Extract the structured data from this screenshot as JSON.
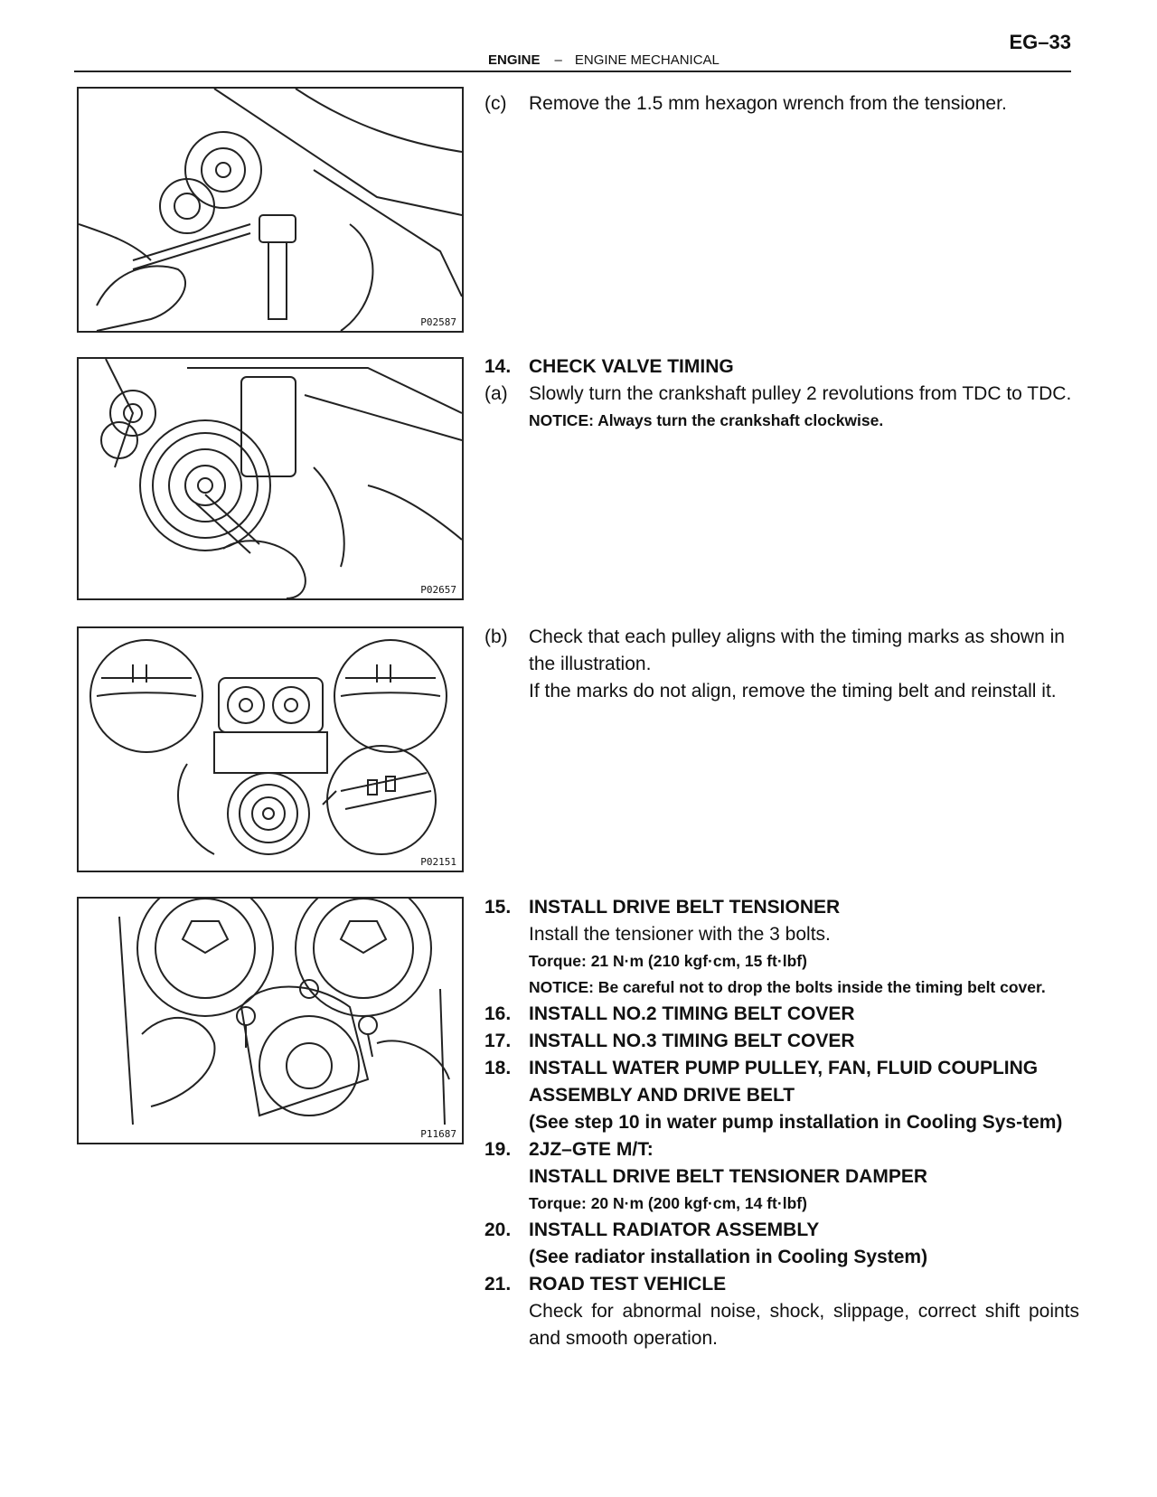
{
  "header": {
    "page_number": "EG–33",
    "section": "ENGINE",
    "separator": "–",
    "subsection": "ENGINE MECHANICAL"
  },
  "figures": [
    {
      "code": "P02587"
    },
    {
      "code": "P02657"
    },
    {
      "code": "P02151"
    },
    {
      "code": "P11687"
    }
  ],
  "block1": {
    "c_label": "(c)",
    "c_text": "Remove the 1.5 mm hexagon wrench from the tensioner."
  },
  "block2": {
    "s14_num": "14.",
    "s14_title": "CHECK VALVE TIMING",
    "a_label": "(a)",
    "a_text": "Slowly turn the crankshaft pulley 2 revolutions from TDC to TDC.",
    "notice": "NOTICE: Always turn the crankshaft clockwise."
  },
  "block3": {
    "b_label": "(b)",
    "b_text1": "Check that each pulley aligns with the timing marks as shown in the illustration.",
    "b_text2": "If the marks do not align, remove the timing belt and reinstall it."
  },
  "block4": {
    "s15_num": "15.",
    "s15_title": "INSTALL DRIVE BELT TENSIONER",
    "s15_text": "Install the tensioner with the 3 bolts.",
    "s15_torque": "Torque: 21 N·m (210 kgf·cm, 15 ft·lbf)",
    "s15_notice": "NOTICE: Be careful not to drop the bolts inside the timing belt cover.",
    "s16_num": "16.",
    "s16_title": "INSTALL NO.2 TIMING BELT COVER",
    "s17_num": "17.",
    "s17_title": "INSTALL NO.3 TIMING BELT COVER",
    "s18_num": "18.",
    "s18_title": "INSTALL WATER PUMP PULLEY, FAN, FLUID COUPLING ASSEMBLY AND DRIVE BELT",
    "s18_ref": "(See step 10 in water pump installation in Cooling Sys-tem)",
    "s19_num": "19.",
    "s19_title": "2JZ–GTE M/T:",
    "s19_sub": "INSTALL DRIVE BELT TENSIONER DAMPER",
    "s19_torque": "Torque: 20 N·m (200 kgf·cm, 14 ft·lbf)",
    "s20_num": "20.",
    "s20_title": "INSTALL RADIATOR ASSEMBLY",
    "s20_ref": "(See radiator installation in Cooling System)",
    "s21_num": "21.",
    "s21_title": "ROAD TEST VEHICLE",
    "s21_text": "Check for abnormal noise, shock, slippage, correct shift points and smooth operation."
  }
}
